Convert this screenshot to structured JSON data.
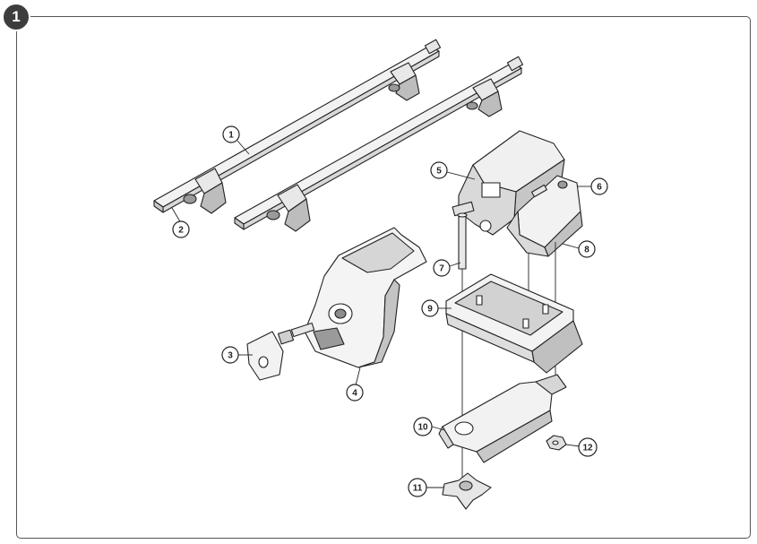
{
  "step": {
    "number": "1"
  },
  "callouts": [
    {
      "id": "c1",
      "label": "1"
    },
    {
      "id": "c2",
      "label": "2"
    },
    {
      "id": "c3",
      "label": "3"
    },
    {
      "id": "c4",
      "label": "4"
    },
    {
      "id": "c5",
      "label": "5"
    },
    {
      "id": "c6",
      "label": "6"
    },
    {
      "id": "c7",
      "label": "7"
    },
    {
      "id": "c8",
      "label": "8"
    },
    {
      "id": "c9",
      "label": "9"
    },
    {
      "id": "c10",
      "label": "10"
    },
    {
      "id": "c11",
      "label": "11"
    },
    {
      "id": "c12",
      "label": "12"
    }
  ],
  "colors": {
    "line": "#222222",
    "fill_light": "#f2f2f2",
    "fill_mid": "#d0d0d0",
    "fill_dark": "#8a8a8a",
    "badge": "#3d3d3d"
  }
}
